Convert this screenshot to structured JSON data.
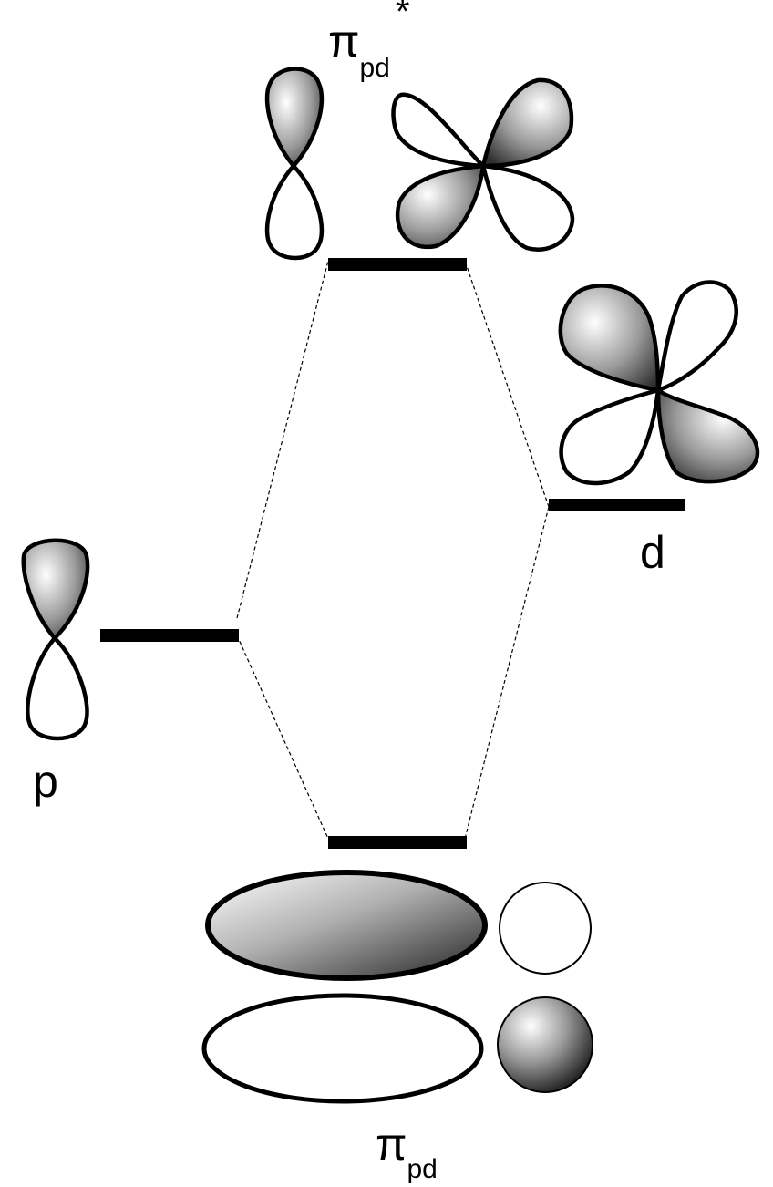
{
  "labels": {
    "pi_star": {
      "symbol": "π",
      "subscript": "pd",
      "superscript": "*"
    },
    "pi": {
      "symbol": "π",
      "subscript": "pd"
    },
    "p": "p",
    "d": "d"
  },
  "colors": {
    "ink": "#000000",
    "shade_light": "#ffffff",
    "shade_dark": "#3a3a3a"
  }
}
